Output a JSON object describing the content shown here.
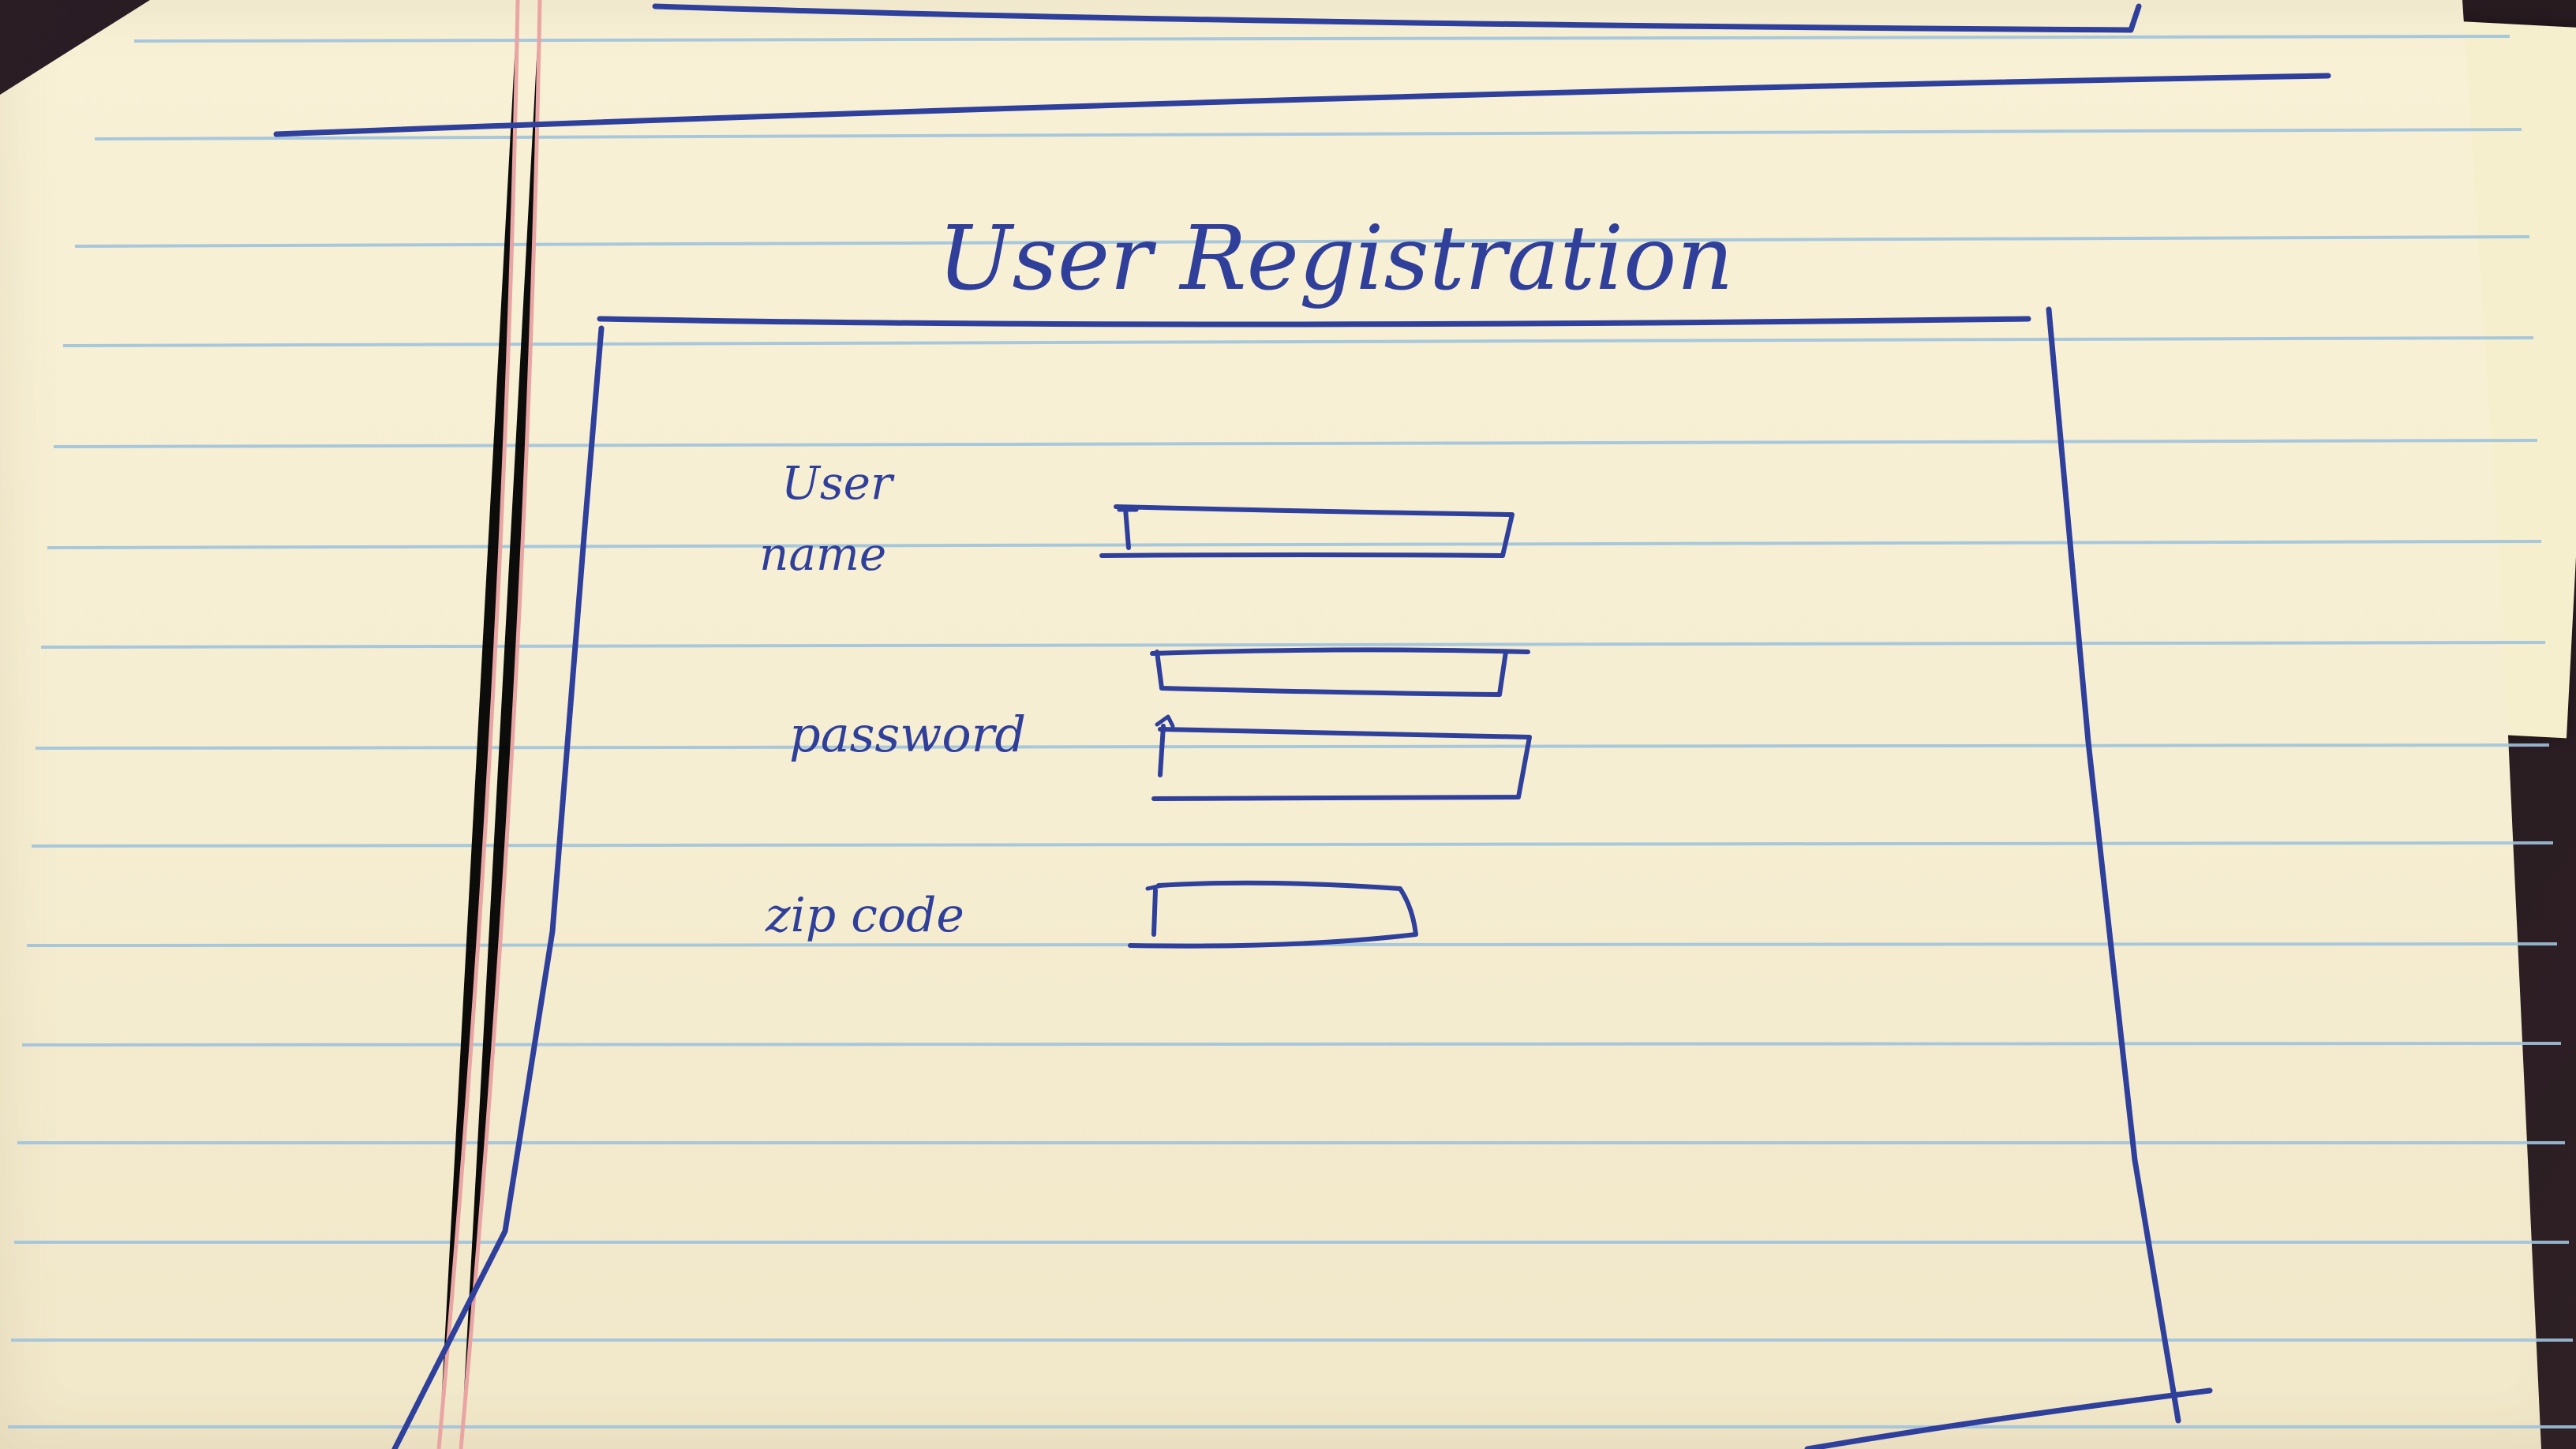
{
  "sketch": {
    "title": "User Registration",
    "fields": [
      {
        "label_lines": [
          "User",
          "name"
        ]
      },
      {
        "label_lines": [
          "password"
        ]
      },
      {
        "label_lines": [
          "zip code"
        ]
      }
    ]
  },
  "colors": {
    "ink": "#2f3f9c",
    "paper": "#f7f0d4",
    "rule_line": "#9fc3dd",
    "margin_line": "#e9a2a2",
    "background": "#2a1c22"
  }
}
